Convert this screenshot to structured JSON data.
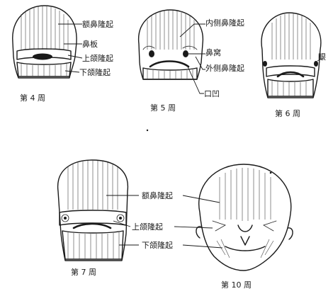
{
  "figures": [
    {
      "caption": "第 4 周"
    },
    {
      "caption": "第 5 周"
    },
    {
      "caption": "第 6 周"
    },
    {
      "caption": "第 7 周"
    },
    {
      "caption": "第 10 周"
    }
  ],
  "labels": {
    "frontonasal_prominence": "额鼻隆起",
    "nasal_placode": "鼻板",
    "maxillary_prominence": "上颌隆起",
    "mandibular_prominence": "下颌隆起",
    "medial_nasal_prominence": "内侧鼻隆起",
    "nasal_pit": "鼻窝",
    "lateral_nasal_prominence": "外侧鼻隆起",
    "stomodeum": "口凹",
    "eye": "眼"
  }
}
